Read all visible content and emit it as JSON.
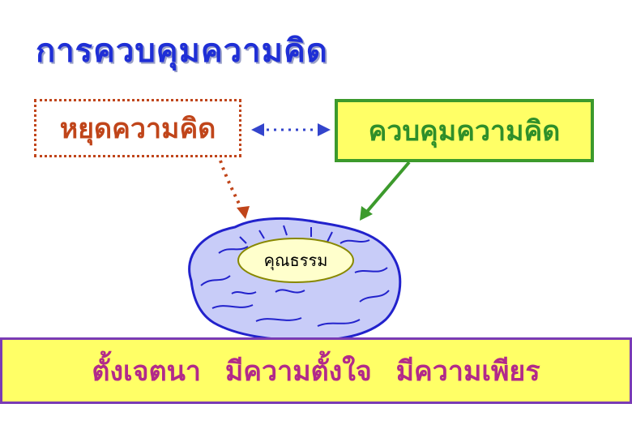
{
  "title": "การควบคุมความคิด",
  "stop_thought": "หยุดความคิด",
  "control_thought": "ควบคุมความคิด",
  "brain_center_label": "คุณธรรม",
  "bottom_banner": "ตั้งเจตนา   มีความตั้งใจ   มีความเพียร",
  "colors": {
    "title": "#1f2fd6",
    "stop": "#c0451a",
    "control_border": "#3c9a2c",
    "control_text": "#2f8f2a",
    "highlight_fill": "#ffff66",
    "banner_border": "#7a3bb5",
    "banner_text": "#b22a8a",
    "brain_fill": "#c8ccf8",
    "brain_outline": "#2222cc",
    "link_arrow": "#3344cc"
  },
  "icons": [
    "brain-icon"
  ]
}
